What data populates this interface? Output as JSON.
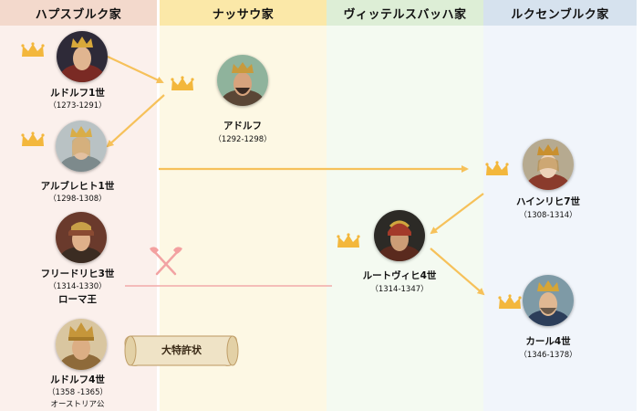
{
  "houses": {
    "habsburg": "ハプスブルク家",
    "nassau": "ナッサウ家",
    "wittelsbach": "ヴィッテルスバッハ家",
    "luxembourg": "ルクセンブルク家"
  },
  "rulers": {
    "rudolf1": {
      "name": "ルドルフ1世",
      "years": "（1273-1291）"
    },
    "adolf": {
      "name": "アドルフ",
      "years": "（1292-1298）"
    },
    "albrecht1": {
      "name": "アルブレヒト1世",
      "years": "（1298-1308）"
    },
    "heinrich7": {
      "name": "ハインリヒ7世",
      "years": "（1308-1314）"
    },
    "friedrich3": {
      "name": "フリードリヒ3世",
      "years": "（1314-1330）",
      "note": "ローマ王"
    },
    "ludwig4": {
      "name": "ルートヴィヒ4世",
      "years": "（1314-1347）"
    },
    "karl4": {
      "name": "カール4世",
      "years": "（1346-1378）"
    },
    "rudolf4": {
      "name": "ルドルフ4世",
      "years": "（1358 -1365）",
      "note": "オーストリア公"
    }
  },
  "scroll_label": "大特許状",
  "colors": {
    "arrow": "#f6c15a",
    "conflict_line": "#f2a9a9",
    "crown": "#f3b73c"
  },
  "icons": {
    "crown": "crown-icon",
    "crossed_axes": "crossed-axes-icon",
    "scroll": "scroll-icon"
  }
}
